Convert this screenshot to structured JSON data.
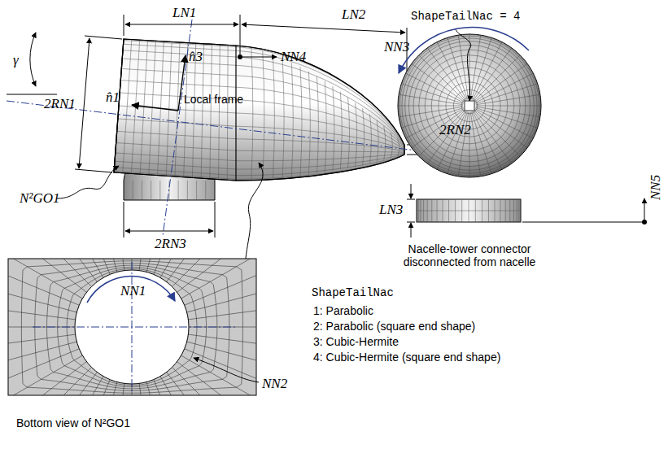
{
  "diagram": {
    "labels": [
      "LN1",
      "LN2",
      "NN4",
      "γ",
      "n̂3",
      "n̂1",
      "Local frame",
      "2RN1",
      "2RN2",
      "N²GO1",
      "2RN3",
      "ShapeTailNac = 4",
      "NN3",
      "LN3",
      "NN5",
      "Nacelle-tower connector disconnected from nacelle",
      "ShapeTailNac",
      "1: Parabolic",
      "2: Parabolic (square end shape)",
      "3: Cubic-Hermite",
      "4: Cubic-Hermite (square end shape)",
      "NN1",
      "NN2",
      "Bottom view of N²GO1"
    ]
  }
}
